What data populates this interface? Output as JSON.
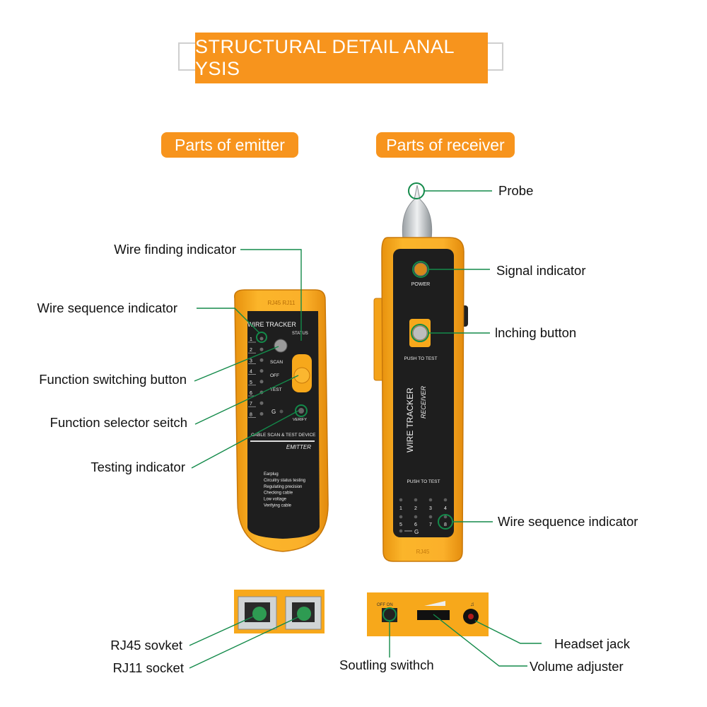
{
  "header": {
    "title": "STRUCTURAL DETAIL ANAL YSIS"
  },
  "sections": {
    "emitter": "Parts of emitter",
    "receiver": "Parts of receiver"
  },
  "emitter_labels": {
    "wire_finding": "Wire finding indicator",
    "wire_sequence": "Wire sequence indicator",
    "function_button": "Function switching button",
    "function_selector": "Function selector seitch",
    "testing": "Testing indicator"
  },
  "receiver_labels": {
    "probe": "Probe",
    "signal": "Signal indicator",
    "inching": "lnching button",
    "wire_sequence": "Wire sequence indicator"
  },
  "bottom_labels": {
    "rj45": "RJ45 sovket",
    "rj11": "RJ11 socket",
    "switch": "Soutling swithch",
    "volume": "Volume adjuster",
    "headset": "Headset jack"
  },
  "emitter_device": {
    "brand_top": "RJ45   RJ11",
    "name": "WIRE TRACKER",
    "status": "STATUS",
    "pins": [
      "1",
      "2",
      "3",
      "4",
      "5",
      "6",
      "7",
      "8"
    ],
    "ground": "G",
    "verify": "VERIFY",
    "scan": "SCAN",
    "off": "OFF",
    "test": "TEST",
    "device_line": "CABLE SCAN & TEST DEVICE",
    "model": "EMITTER",
    "features": [
      "Earplug",
      "Circuitry status testing",
      "Regulating precision",
      "Checking cable",
      "Low voltage",
      "Verifying cable"
    ]
  },
  "receiver_device": {
    "power": "POWER",
    "push_to_test": "PUSH TO TEST",
    "name": "WIRE TRACKER",
    "model": "RECEIVER",
    "push_to_test_2": "PUSH TO TEST",
    "pins_row1": [
      "1",
      "2",
      "3",
      "4"
    ],
    "pins_row2": [
      "5",
      "6",
      "7",
      "8"
    ],
    "ground": "G",
    "bottom_mark": "RJ45"
  },
  "switch_panel": {
    "off_on": "OFF  ON"
  },
  "colors": {
    "accent": "#f7941d",
    "device_yellow": "#f7a81b",
    "panel_black": "#1b1b1b",
    "callout_green": "#138a4a"
  }
}
